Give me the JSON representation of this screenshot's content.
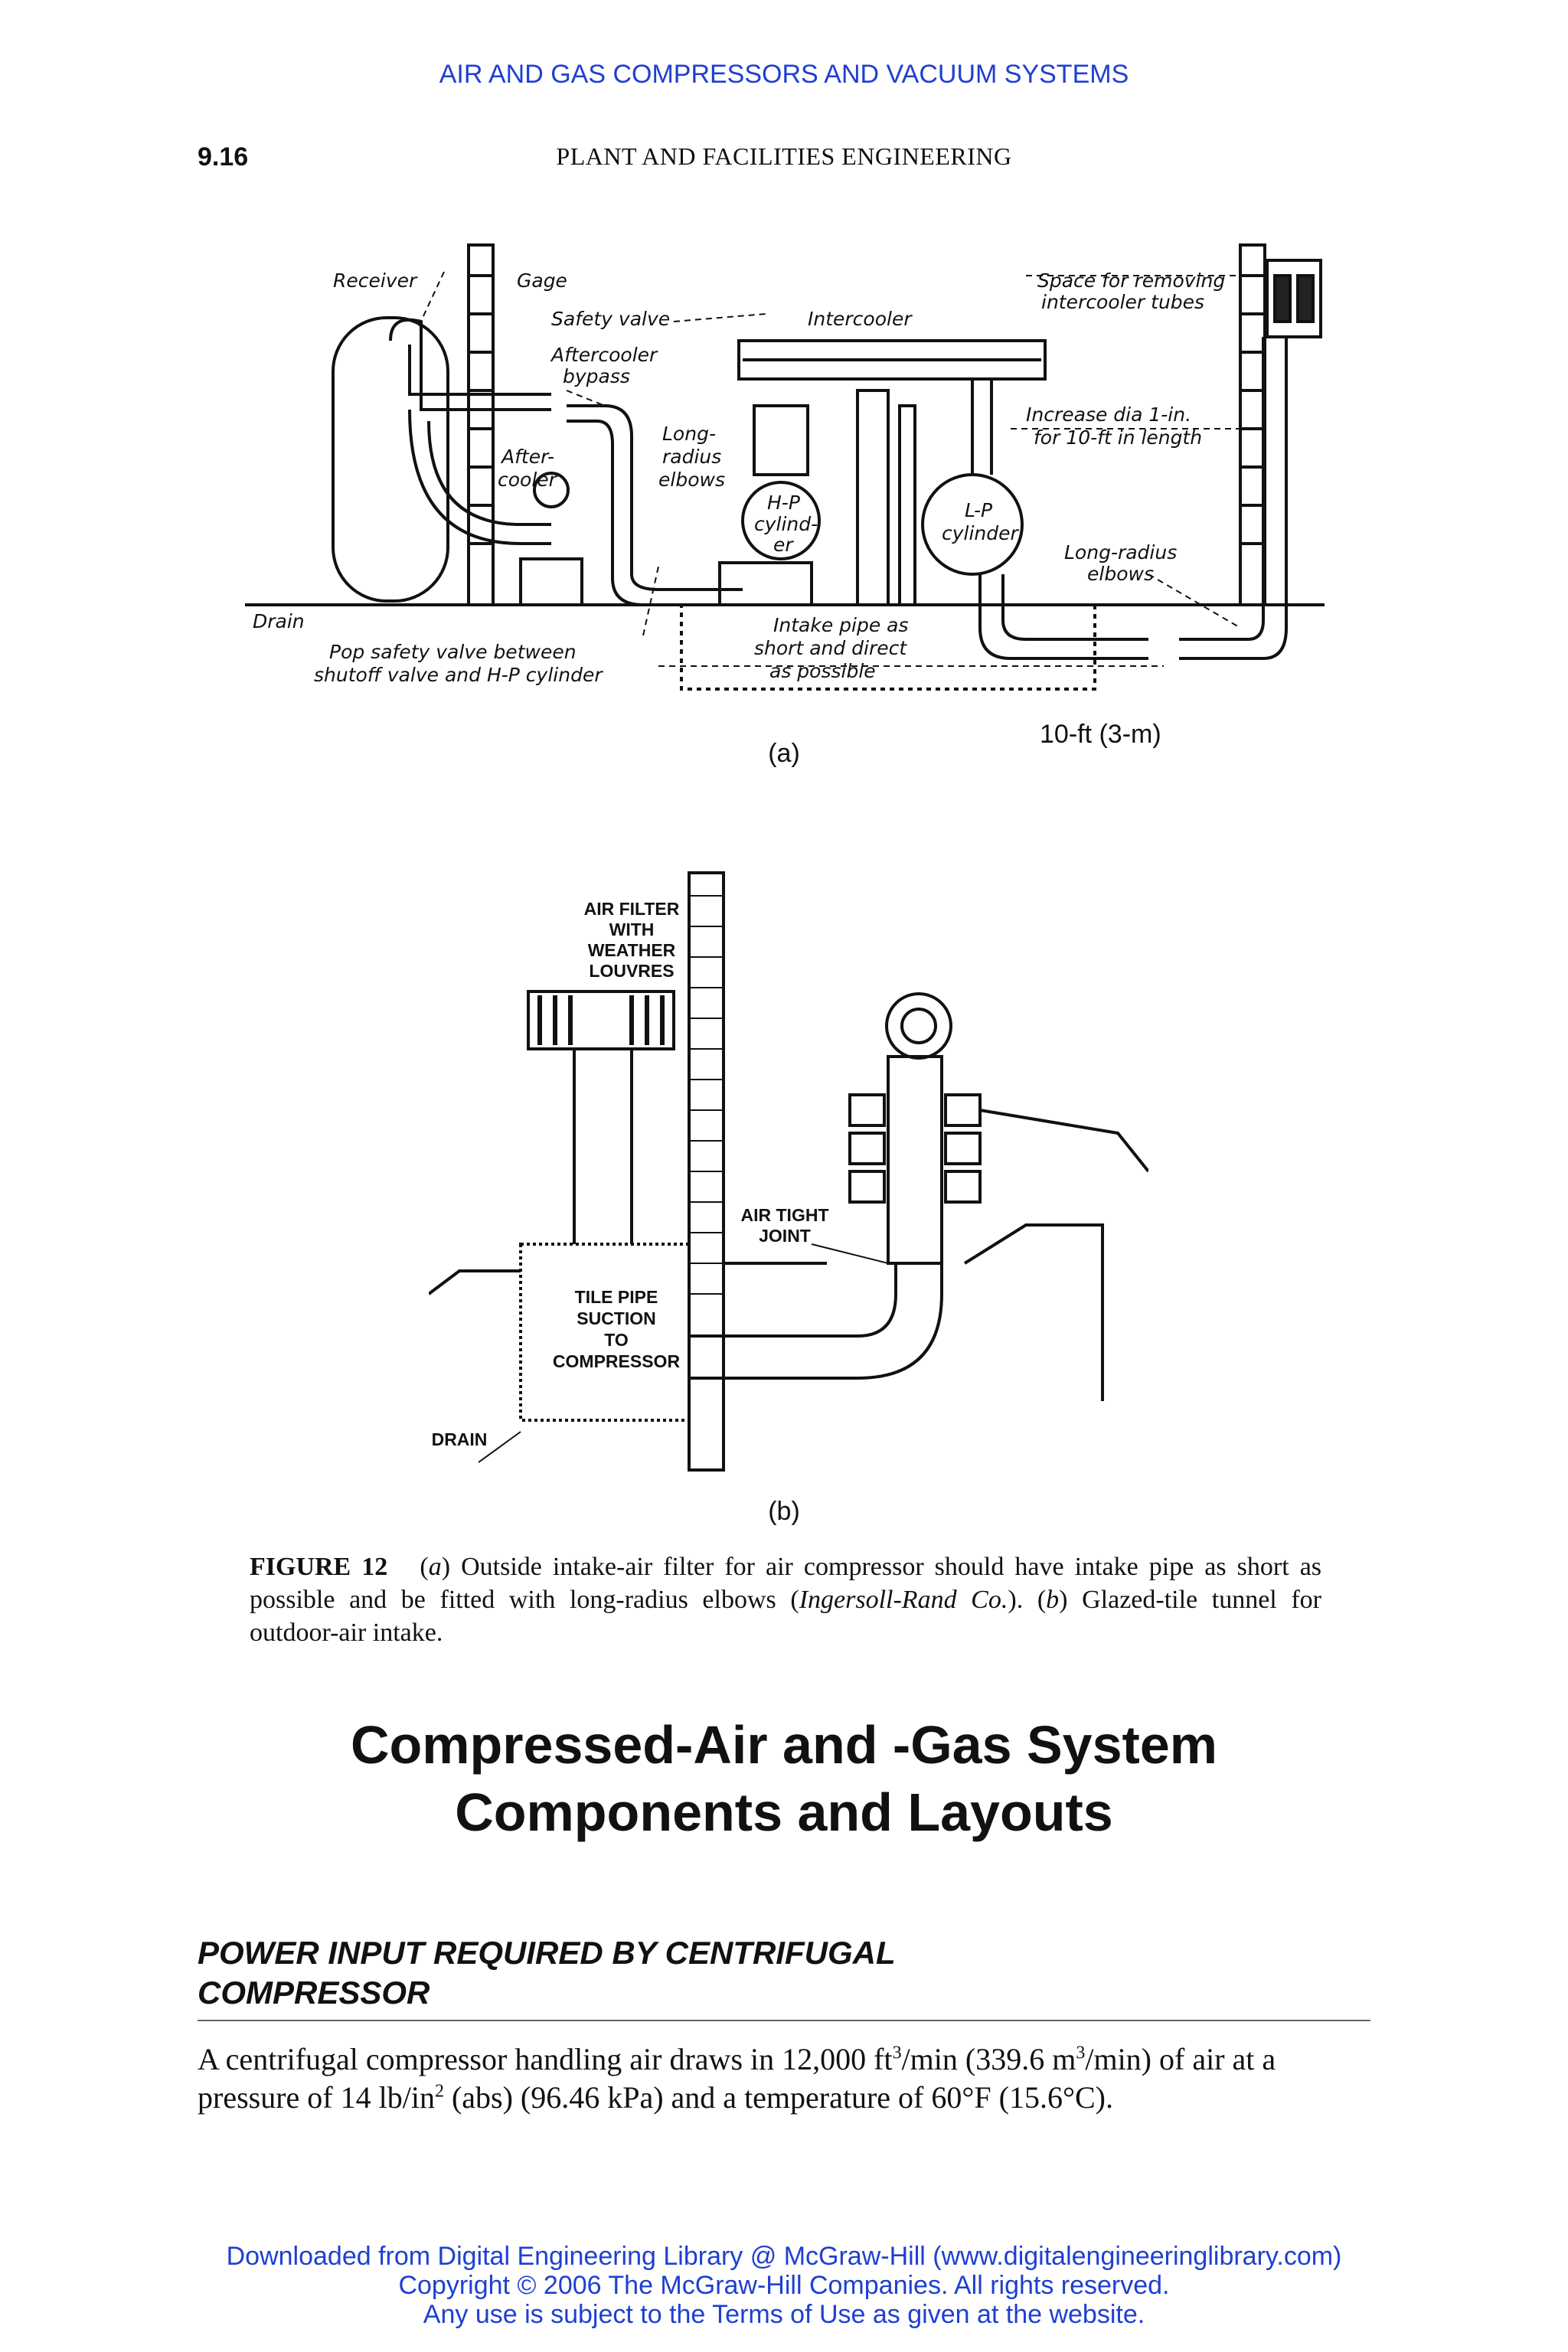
{
  "header": {
    "running_title": "AIR AND GAS COMPRESSORS AND VACUUM SYSTEMS",
    "page_number": "9.16",
    "book_title": "PLANT AND FACILITIES ENGINEERING"
  },
  "figure_a": {
    "labels": {
      "receiver": "Receiver",
      "gage": "Gage",
      "safety_valve": "Safety valve",
      "aftercooler_bypass_1": "Aftercooler",
      "aftercooler_bypass_2": "bypass",
      "aftercooler_1": "After-",
      "aftercooler_2": "cooler",
      "long_radius_1": "Long-",
      "long_radius_2": "radius",
      "long_radius_3": "elbows",
      "intercooler": "Intercooler",
      "space_1": "Space for removing",
      "space_2": "intercooler tubes",
      "increase_1": "Increase dia 1-in.",
      "increase_2": "for 10-ft in length",
      "hp_1": "H-P",
      "hp_2": "cylind-",
      "hp_3": "er",
      "lp_1": "L-P",
      "lp_2": "cylinder",
      "long_radius_elbows_1": "Long-radius",
      "long_radius_elbows_2": "elbows",
      "drain": "Drain",
      "pop_1": "Pop safety valve between",
      "pop_2": "shutoff valve and H-P cylinder",
      "intake_1": "Intake pipe as",
      "intake_2": "short and direct",
      "intake_3": "as possible"
    },
    "sublabel": "(a)",
    "note": "10-ft (3-m)"
  },
  "figure_b": {
    "labels": {
      "air_filter_1": "AIR FILTER",
      "air_filter_2": "WITH",
      "air_filter_3": "WEATHER",
      "air_filter_4": "LOUVRES",
      "air_tight_1": "AIR TIGHT",
      "air_tight_2": "JOINT",
      "tile_1": "TILE PIPE",
      "tile_2": "SUCTION",
      "tile_3": "TO",
      "tile_4": "COMPRESSOR",
      "drain": "DRAIN"
    },
    "sublabel": "(b)"
  },
  "caption": {
    "figure_id": "FIGURE 12",
    "part_a": "a",
    "text_a": "Outside intake-air filter for air compressor should have intake pipe as short as possible and be fitted with long-radius elbows",
    "credit": "Ingersoll-Rand Co.",
    "part_b": "b",
    "text_b": "Glazed-tile tunnel for outdoor-air intake."
  },
  "section_title_1": "Compressed-Air and -Gas System",
  "section_title_2": "Components and Layouts",
  "subsection": {
    "line1": "POWER INPUT REQUIRED BY CENTRIFUGAL",
    "line2": "COMPRESSOR"
  },
  "body": {
    "p1": "A centrifugal compressor handling air draws in 12,000 ft",
    "p2": "/min (339.6 m",
    "p3": "/min) of air at a pressure of 14 lb/in",
    "p4": " (abs) (96.46 kPa) and a temperature of 60°F (15.6°C).",
    "sup3": "3",
    "sup2": "2"
  },
  "footer": {
    "line1": "Downloaded from Digital Engineering Library @ McGraw-Hill (www.digitalengineeringlibrary.com)",
    "line2": "Copyright © 2006 The McGraw-Hill Companies. All rights reserved.",
    "line3": "Any use is subject to the Terms of Use as given at the website."
  },
  "colors": {
    "link_blue": "#1f3fd1",
    "ink": "#111111"
  }
}
